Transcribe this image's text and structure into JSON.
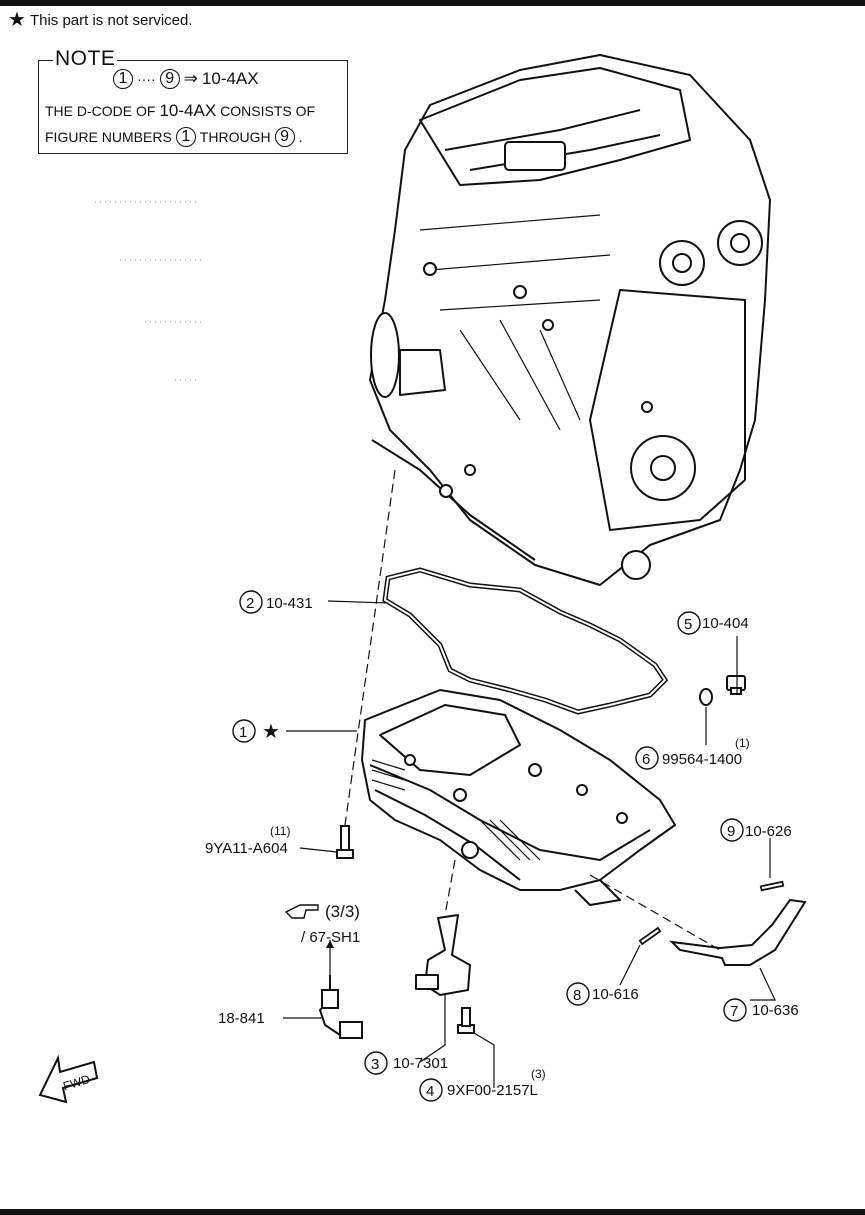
{
  "legend": {
    "star_symbol": "★",
    "text": "This part is not serviced."
  },
  "note": {
    "title": "NOTE",
    "range_start": "1",
    "range_dots": "····",
    "range_end": "9",
    "arrow": "⇒",
    "range_code": "10-4AX",
    "line2_prefix": "THE D-CODE OF",
    "line2_code": "10-4AX",
    "line2_suffix": "CONSISTS OF",
    "line3_prefix": "FIGURE NUMBERS",
    "line3_start": "1",
    "line3_mid": "THROUGH",
    "line3_end": "9",
    "line3_period": "."
  },
  "callouts": [
    {
      "num": "1",
      "code": "★",
      "qty": ""
    },
    {
      "num": "2",
      "code": "10-431",
      "qty": ""
    },
    {
      "num": "3",
      "code": "10-7301",
      "qty": ""
    },
    {
      "num": "4",
      "code": "9XF00-2157L",
      "qty": "(3)"
    },
    {
      "num": "5",
      "code": "10-404",
      "qty": ""
    },
    {
      "num": "6",
      "code": "99564-1400",
      "qty": "(1)"
    },
    {
      "num": "7",
      "code": "10-636",
      "qty": ""
    },
    {
      "num": "8",
      "code": "10-616",
      "qty": ""
    },
    {
      "num": "9",
      "code": "10-626",
      "qty": ""
    }
  ],
  "bolt_label": {
    "code": "9YA11-A604",
    "qty": "(11)"
  },
  "connector_label": "18-841",
  "reference": {
    "icon": "hand-pointer",
    "page": "(3/3)",
    "code": "/ 67-SH1"
  },
  "fwd_label": "FWD"
}
